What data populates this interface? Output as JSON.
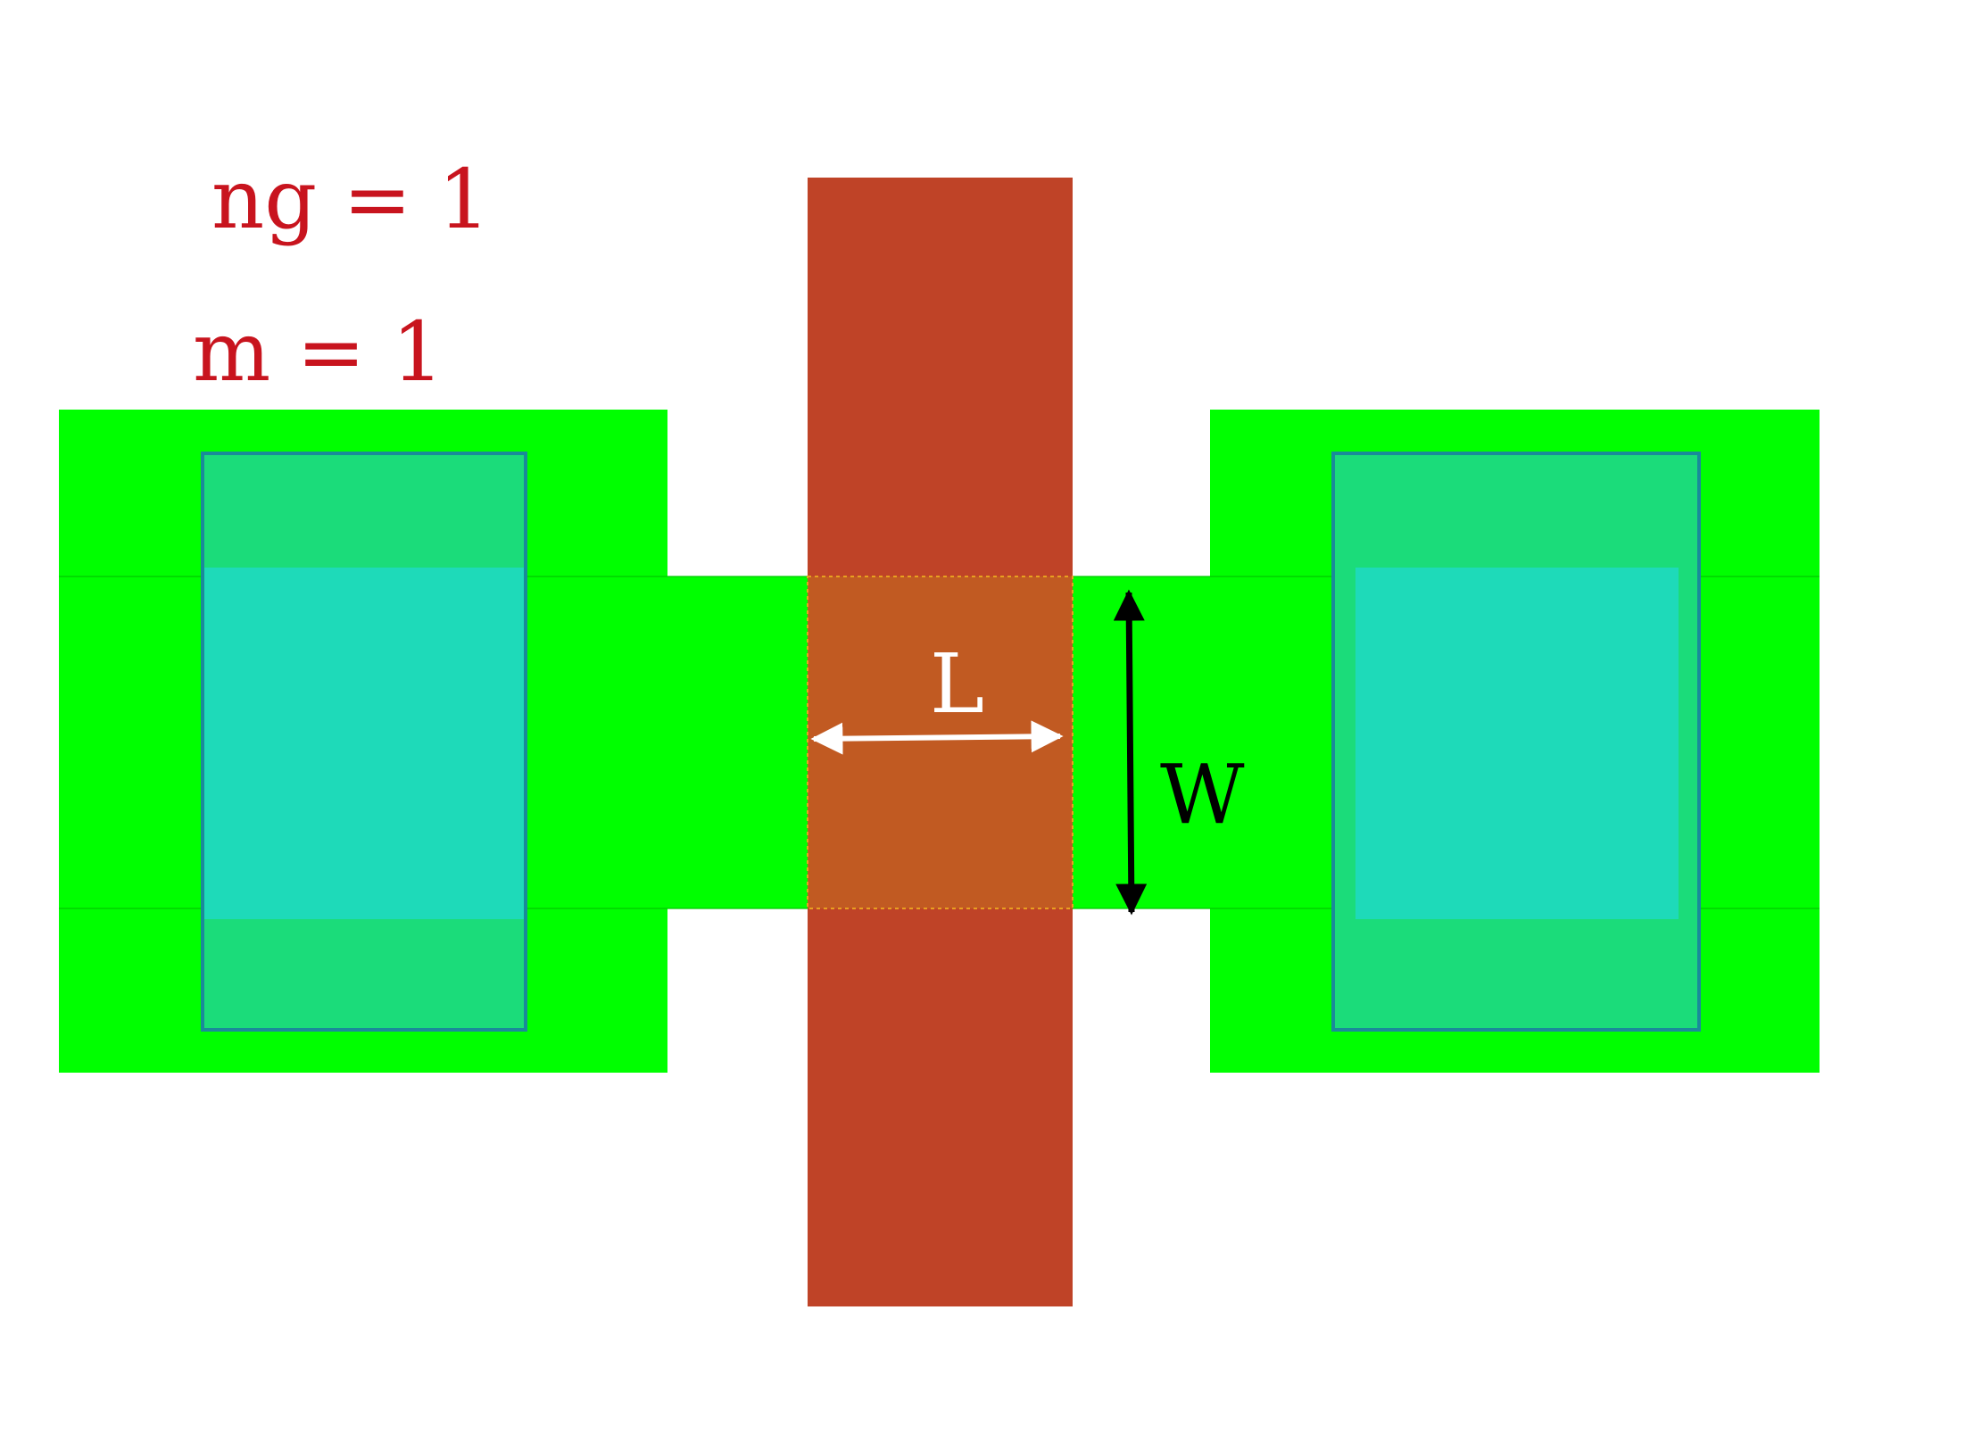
{
  "labels": {
    "ng": "ng = 1",
    "m": "m = 1",
    "length": "L",
    "width": "W"
  },
  "colors": {
    "diffusion": "#00ff00",
    "contact_fill": "#1bdc7a",
    "contact_stroke": "#1a8a9a",
    "contact_inner": "#1fd9c0",
    "poly": "#bf4327",
    "channel": "#c15a22",
    "channel_border": "#e8a020",
    "label_red": "#c8141e",
    "arrow_white": "#ffffff",
    "arrow_black": "#000000"
  }
}
